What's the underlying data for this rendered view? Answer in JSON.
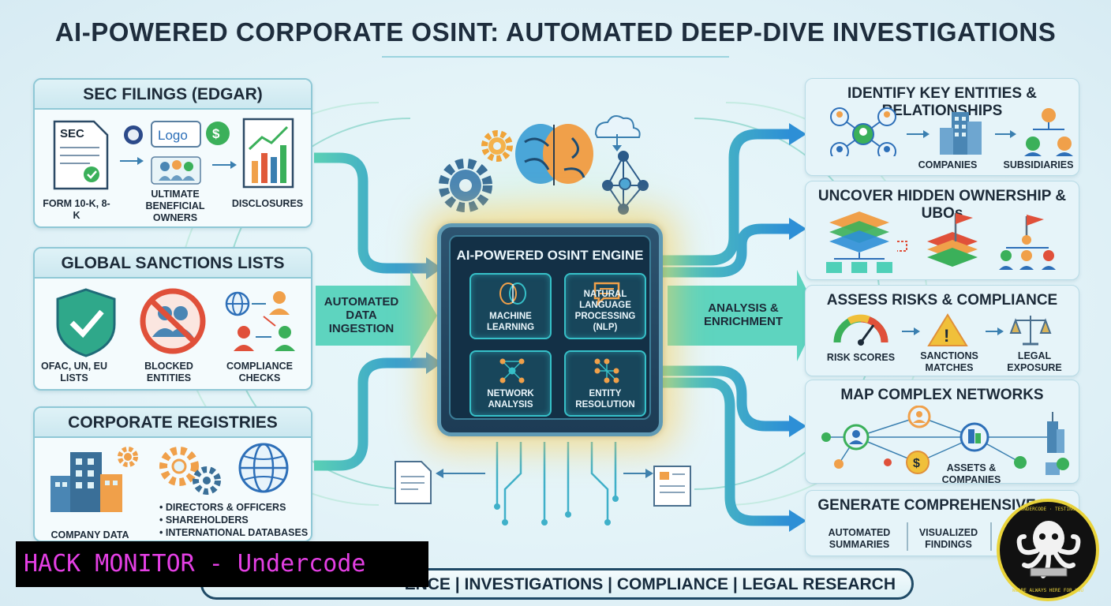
{
  "title": "AI-POWERED CORPORATE OSINT: AUTOMATED DEEP-DIVE INVESTIGATIONS",
  "sources": {
    "sec": {
      "title": "SEC FILINGS (EDGAR)",
      "doc_label": "SEC",
      "logo_label": "Logo",
      "dollar_symbol": "$",
      "items": [
        "FORM 10-K, 8-K",
        "ULTIMATE BENEFICIAL OWNERS",
        "DISCLOSURES"
      ]
    },
    "sanctions": {
      "title": "GLOBAL SANCTIONS LISTS",
      "items": [
        "OFAC, UN, EU LISTS",
        "BLOCKED ENTITIES",
        "COMPLIANCE CHECKS"
      ]
    },
    "registries": {
      "title": "CORPORATE REGISTRIES",
      "company_label": "COMPANY DATA",
      "bullets": [
        "DIRECTORS & OFFICERS",
        "SHAREHOLDERS",
        "INTERNATIONAL DATABASES"
      ]
    }
  },
  "flow_labels": {
    "ingestion": "AUTOMATED DATA INGESTION",
    "analysis": "ANALYSIS & ENRICHMENT"
  },
  "engine": {
    "title": "AI-POWERED OSINT ENGINE",
    "modules": [
      "MACHINE LEARNING",
      "NATURAL LANGUAGE PROCESSING (NLP)",
      "NETWORK ANALYSIS",
      "ENTITY RESOLUTION"
    ]
  },
  "outputs": {
    "entities": {
      "title": "IDENTIFY KEY ENTITIES & RELATIONSHIPS",
      "labels": [
        "COMPANIES",
        "SUBSIDIARIES"
      ]
    },
    "ownership": {
      "title": "UNCOVER HIDDEN OWNERSHIP & UBOs"
    },
    "risks": {
      "title": "ASSESS RISKS & COMPLIANCE",
      "labels": [
        "RISK SCORES",
        "SANCTIONS MATCHES",
        "LEGAL EXPOSURE"
      ],
      "warning_symbol": "!"
    },
    "networks": {
      "title": "MAP COMPLEX NETWORKS",
      "labels": [
        "ASSETS & COMPANIES"
      ],
      "dollar_symbol": "$"
    },
    "reports": {
      "title": "GENERATE COMPREHENSIVE R",
      "labels": [
        "AUTOMATED SUMMARIES",
        "VISUALIZED FINDINGS"
      ]
    }
  },
  "banner": "ENCE | INVESTIGATIONS | COMPLIANCE | LEGAL RESEARCH",
  "watermark": "HACK MONITOR - Undercode",
  "logo_text": {
    "top": "UNDERCODE · TESTING",
    "bottom": "WE'RE ALWAYS HERE FOR YOU"
  },
  "colors": {
    "accent": "#2ec4c8",
    "arrow": "#2d8fd6",
    "glow": "#ffcd5a",
    "watermark": "#e43fe4",
    "logo": "#e9d33a"
  }
}
